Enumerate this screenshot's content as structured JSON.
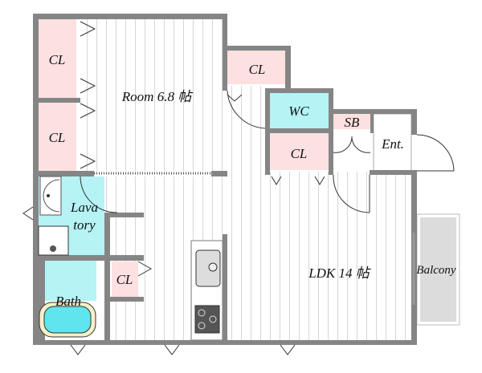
{
  "plan": {
    "rooms": {
      "room": "Room 6.8 帖",
      "ldk": "LDK 14 帖",
      "wc": "WC",
      "sb": "SB",
      "entrance": "Ent.",
      "balcony": "Balcony",
      "bath": "Bath",
      "lavatory_line1": "Lava",
      "lavatory_line2": "tory",
      "closets": [
        "CL",
        "CL",
        "CL",
        "CL",
        "CL"
      ]
    },
    "colors": {
      "wall": "#858585",
      "closet": "#fde0e0",
      "wet_area": "#b5f3f5",
      "balcony": "#dcdcdc"
    }
  }
}
